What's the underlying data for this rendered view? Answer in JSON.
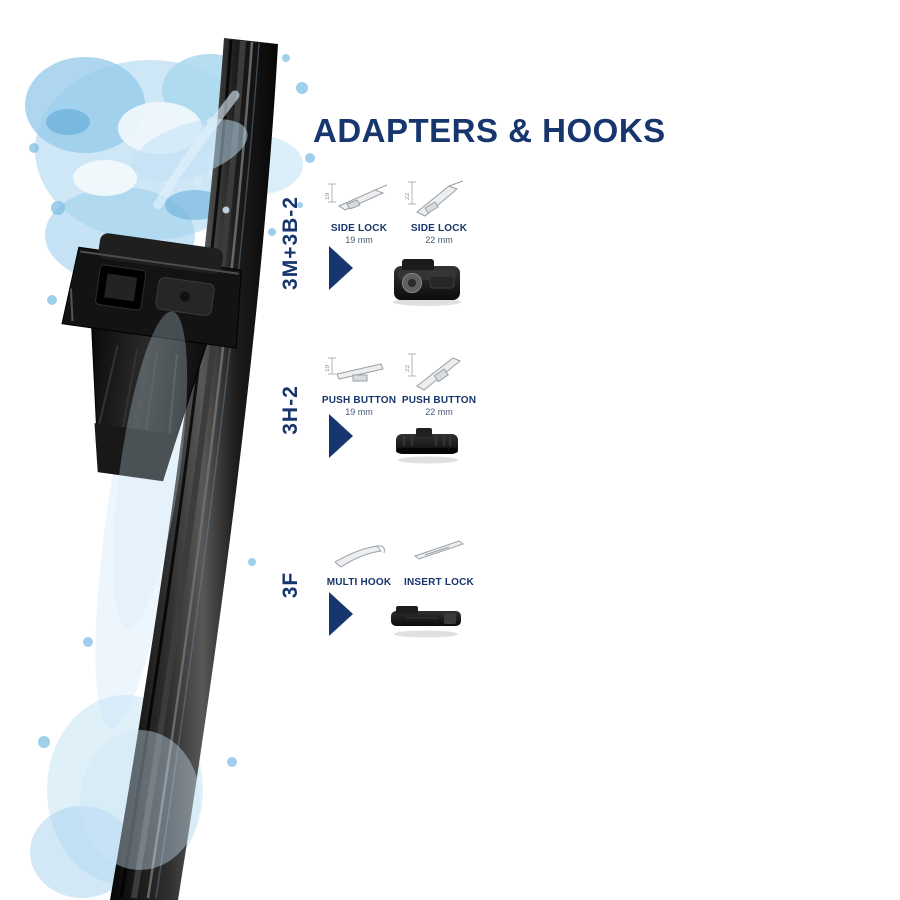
{
  "page": {
    "title": "ADAPTERS & HOOKS"
  },
  "colors": {
    "accent": "#16366d"
  },
  "sections": [
    {
      "code": "3M+3B-2",
      "items": [
        {
          "name": "SIDE LOCK",
          "size": "19 mm",
          "dim": "19"
        },
        {
          "name": "SIDE LOCK",
          "size": "22 mm",
          "dim": "22"
        }
      ]
    },
    {
      "code": "3H-2",
      "items": [
        {
          "name": "PUSH BUTTON",
          "size": "19 mm",
          "dim": "19"
        },
        {
          "name": "PUSH BUTTON",
          "size": "22 mm",
          "dim": "22"
        }
      ]
    },
    {
      "code": "3F",
      "items": [
        {
          "name": "MULTI HOOK",
          "size": ""
        },
        {
          "name": "INSERT LOCK",
          "size": ""
        }
      ]
    }
  ]
}
